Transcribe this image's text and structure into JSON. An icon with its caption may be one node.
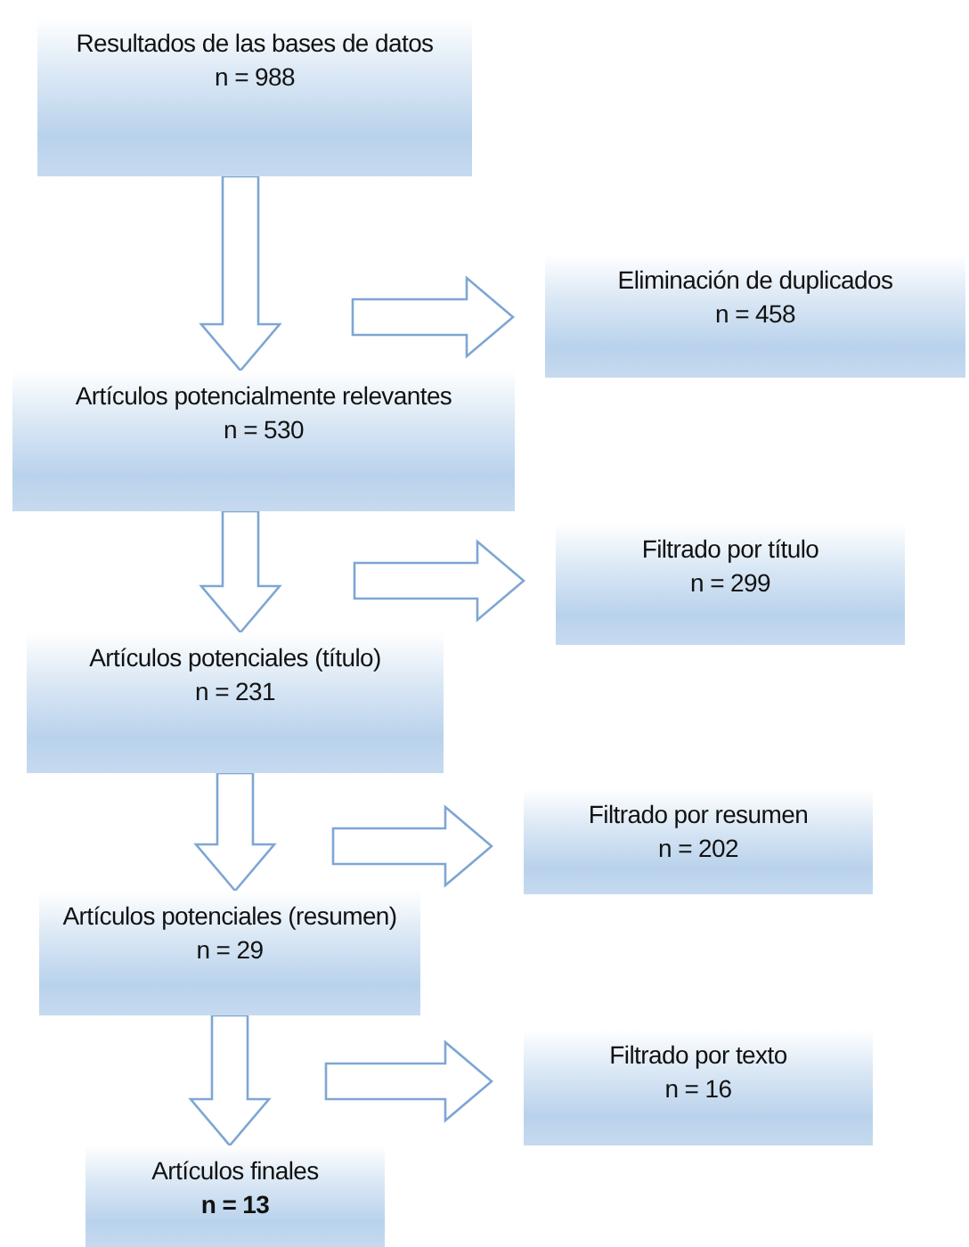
{
  "diagram": {
    "nodes": [
      {
        "text": [
          "Resultados de las bases de datos",
          "n = 988"
        ]
      },
      {
        "text": [
          "Eliminación de duplicados",
          "n = 458"
        ]
      },
      {
        "text": [
          "Artículos potencialmente relevantes",
          "n = 530"
        ]
      },
      {
        "text": [
          "Filtrado por título",
          "n = 299"
        ]
      },
      {
        "text": [
          "Artículos potenciales (título)",
          "n = 231"
        ]
      },
      {
        "text": [
          "Filtrado por resumen",
          "n = 202"
        ]
      },
      {
        "text": [
          "Artículos potenciales (resumen)",
          "n = 29"
        ]
      },
      {
        "text": [
          "Filtrado por texto",
          "n = 16"
        ]
      },
      {
        "text": [
          "Artículos finales",
          "n = 13"
        ]
      }
    ],
    "edges": [
      {
        "from": 0,
        "to": 2,
        "arrow": "to"
      },
      {
        "from": null,
        "to": 1,
        "arrow": "to"
      },
      {
        "from": 2,
        "to": 4,
        "arrow": "to"
      },
      {
        "from": null,
        "to": 3,
        "arrow": "to"
      },
      {
        "from": 4,
        "to": 6,
        "arrow": "to"
      },
      {
        "from": null,
        "to": 5,
        "arrow": "to"
      },
      {
        "from": 6,
        "to": 8,
        "arrow": "to"
      },
      {
        "from": null,
        "to": 7,
        "arrow": "to"
      }
    ]
  }
}
